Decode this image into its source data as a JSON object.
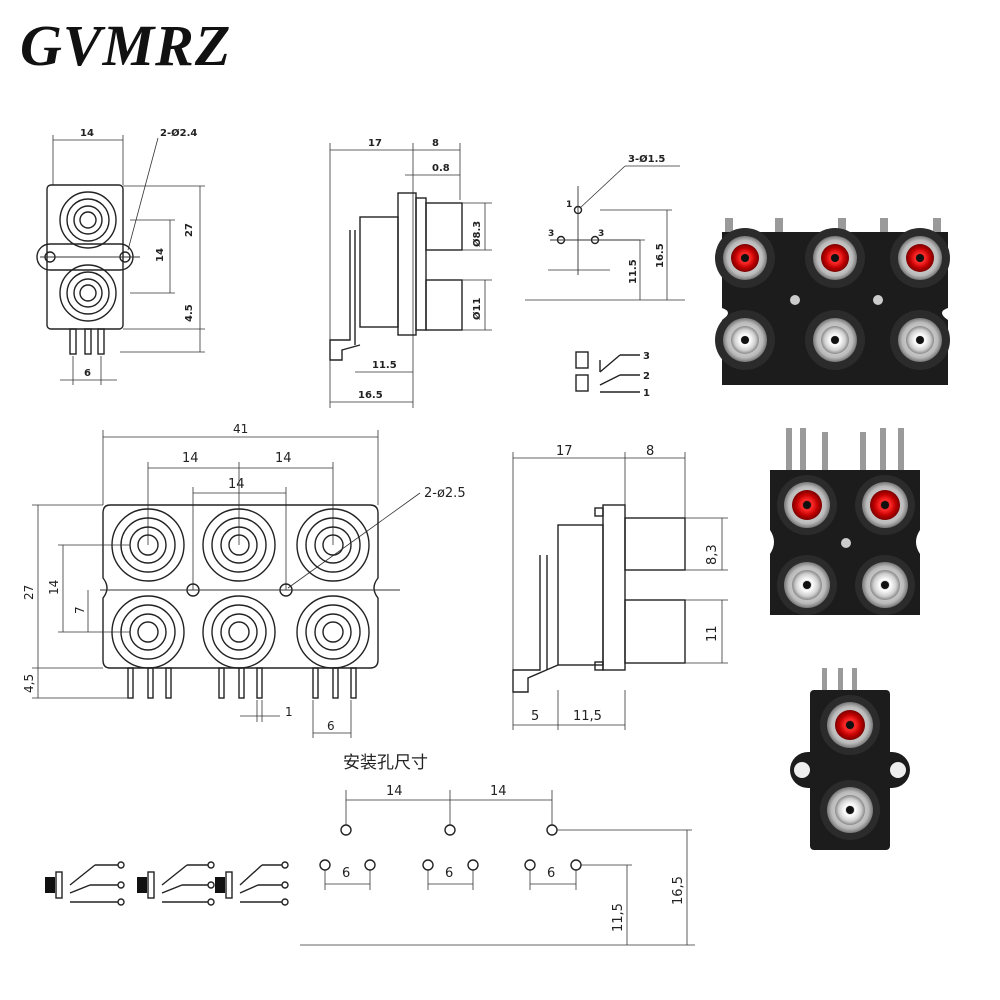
{
  "brand": "GVMRZ",
  "top_front": {
    "w": "14",
    "hole": "2-Ø2.4",
    "h": "27",
    "pitch": "14",
    "base": "4.5",
    "pin": "6"
  },
  "top_side": {
    "d1": "17",
    "d2": "8",
    "d3": "0.8",
    "dia1": "Ø8.3",
    "dia2": "Ø11",
    "d4": "11.5",
    "d5": "16.5"
  },
  "top_pins": {
    "holes": "3-Ø1.5",
    "p1": "1",
    "p3a": "3",
    "p3b": "3",
    "d1": "11.5",
    "d2": "16.5"
  },
  "top_schematic": {
    "n3": "3",
    "n2": "2",
    "n1": "1"
  },
  "mid_front": {
    "total": "41",
    "p1": "14",
    "p2": "14",
    "p3": "14",
    "hole": "2-ø2.5",
    "h": "27",
    "v14": "14",
    "v7": "7",
    "base": "4,5",
    "pin": "1",
    "pin6": "6"
  },
  "mid_side": {
    "d1": "17",
    "d2": "8",
    "dia1": "8,3",
    "dia2": "11",
    "d3": "5",
    "d4": "11,5"
  },
  "mount": {
    "title": "安装孔尺寸",
    "p1": "14",
    "p2": "14",
    "g1": "6",
    "g2": "6",
    "g3": "6",
    "d1": "11,5",
    "d2": "16,5"
  }
}
